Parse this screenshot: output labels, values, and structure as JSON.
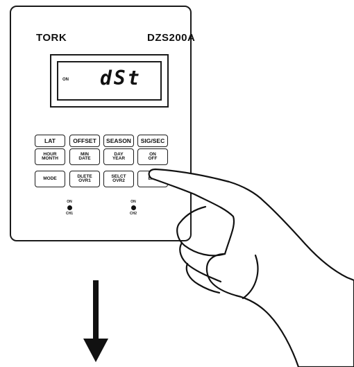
{
  "device": {
    "brand": "TORK",
    "model": "DZS200A",
    "display": {
      "indicator": "ON",
      "text": "dSt"
    },
    "buttons_row1": [
      {
        "id": "lat",
        "line1": "LAT"
      },
      {
        "id": "offset",
        "line1": "OFFSET"
      },
      {
        "id": "season",
        "line1": "SEASON"
      },
      {
        "id": "sigsec",
        "line1": "SIG/SEC"
      }
    ],
    "buttons_row2": [
      {
        "id": "hour-month",
        "line1": "HOUR",
        "line2": "MONTH"
      },
      {
        "id": "min-date",
        "line1": "MIN",
        "line2": "DATE"
      },
      {
        "id": "day-year",
        "line1": "DAY",
        "line2": "YEAR"
      },
      {
        "id": "on-off",
        "line1": "ON",
        "line2": "OFF"
      }
    ],
    "buttons_row3": [
      {
        "id": "mode",
        "line1": "MODE"
      },
      {
        "id": "delete-ovr1",
        "line1": "DLETE",
        "line2": "OVR1"
      },
      {
        "id": "select-ovr2",
        "line1": "SELCT",
        "line2": "OVR2"
      },
      {
        "id": "enter",
        "line1": "ENT"
      }
    ],
    "leds": [
      {
        "top": "ON",
        "bottom": "CH1"
      },
      {
        "top": "ON",
        "bottom": "CH2"
      }
    ]
  }
}
